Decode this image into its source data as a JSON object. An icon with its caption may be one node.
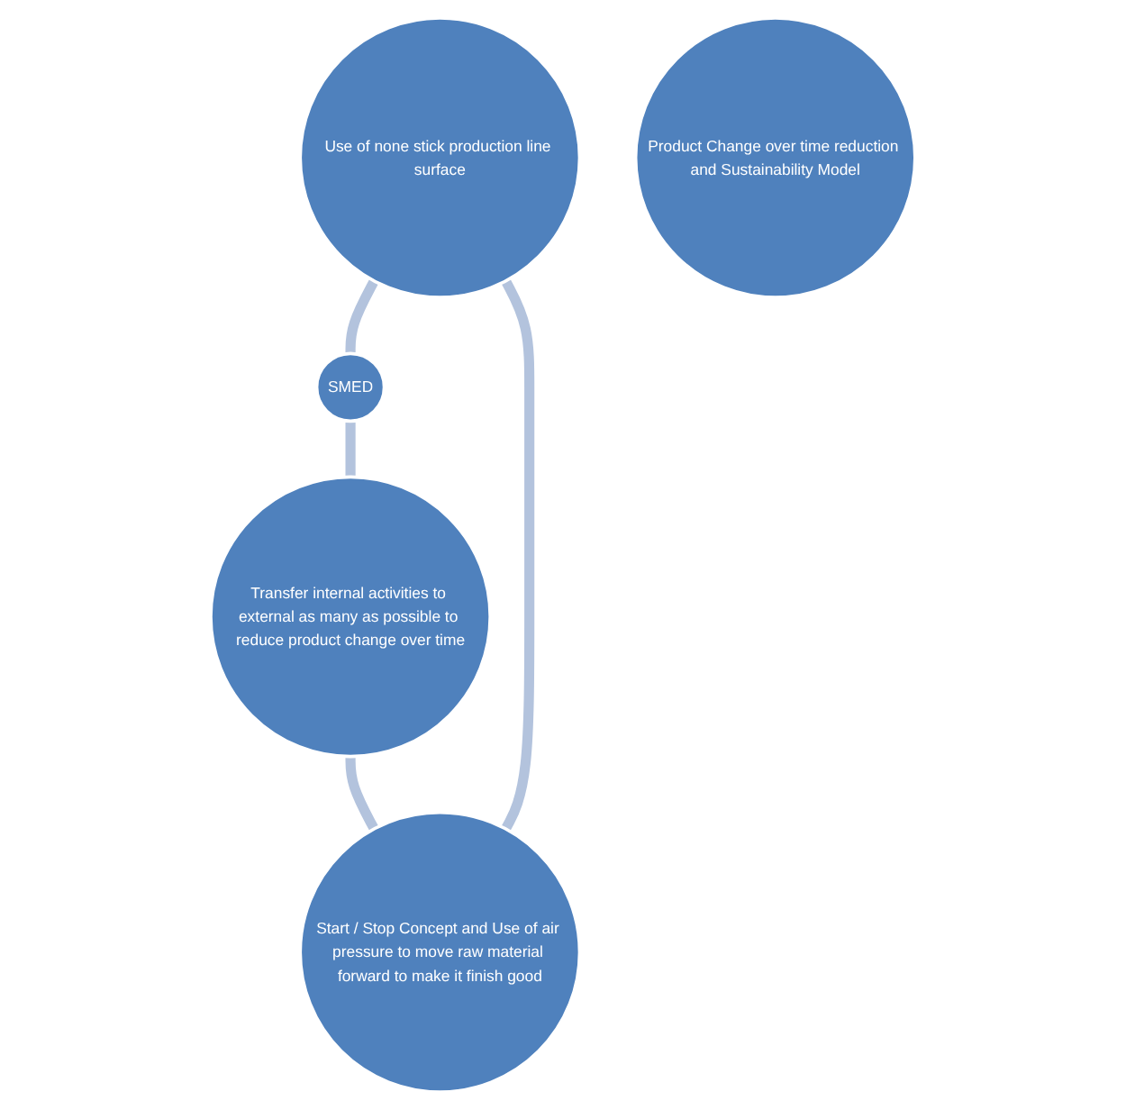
{
  "diagram": {
    "nodes": [
      {
        "text": [
          "Use of none stick production line surface"
        ]
      },
      {
        "text": [
          "Start / Stop Concept and Use of air pressure to move raw material forward to make it finish good"
        ]
      },
      {
        "text": [
          "Product Change over time reduction and Sustainability Model"
        ]
      },
      {
        "text": [
          "SMED"
        ]
      },
      {
        "text": [
          "Transfer internal activities to external as many as possible to reduce product change over time"
        ]
      }
    ],
    "edges": [
      {
        "from": 0,
        "to": 3,
        "arrow": "none"
      },
      {
        "from": 3,
        "to": 4,
        "arrow": "none"
      },
      {
        "from": 4,
        "to": 1,
        "arrow": "none"
      },
      {
        "from": 1,
        "to": 0,
        "arrow": "none"
      }
    ]
  }
}
